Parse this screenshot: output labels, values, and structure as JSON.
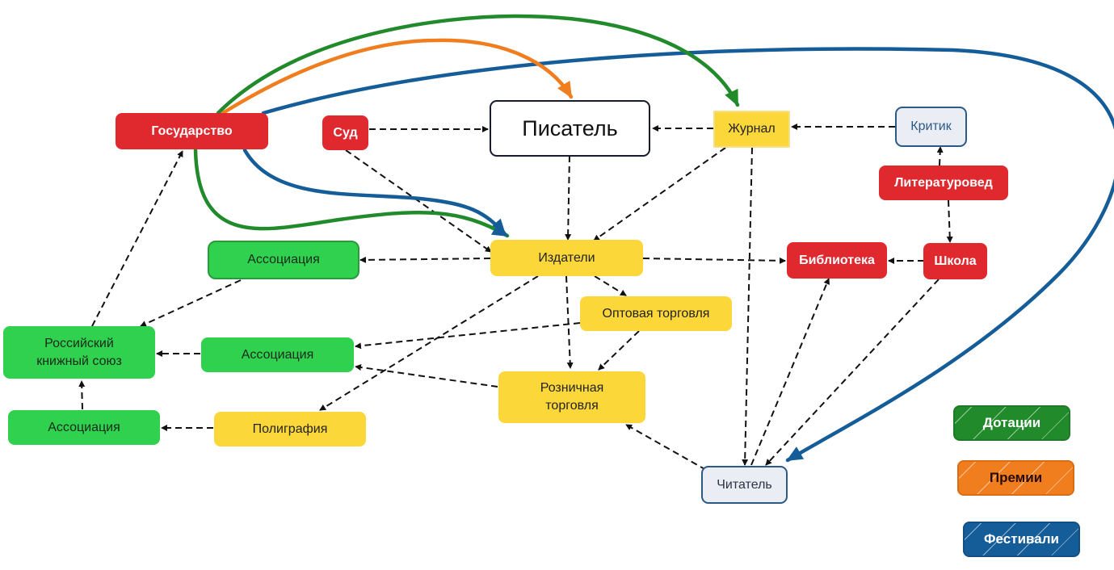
{
  "diagram": {
    "nodes": {
      "state": "Государство",
      "court": "Суд",
      "writer": "Писатель",
      "journal": "Журнал",
      "critic": "Критик",
      "literary_scholar": "Литературовед",
      "publishers": "Издатели",
      "library": "Библиотека",
      "school": "Школа",
      "association_top": "Ассоциация",
      "wholesale": "Оптовая торговля",
      "russian_book_union_line1": "Российский",
      "russian_book_union_line2": "книжный союз",
      "association_mid": "Ассоциация",
      "retail_line1": "Розничная",
      "retail_line2": "торговля",
      "association_bottom": "Ассоциация",
      "printing": "Полиграфия",
      "reader": "Читатель"
    },
    "edges_dashed": [
      {
        "from": "Суд",
        "to": "Писатель"
      },
      {
        "from": "Суд",
        "to": "Издатели"
      },
      {
        "from": "Журнал",
        "to": "Писатель"
      },
      {
        "from": "Критик",
        "to": "Журнал"
      },
      {
        "from": "Литературовед",
        "to": "Критик"
      },
      {
        "from": "Литературовед",
        "to": "Школа"
      },
      {
        "from": "Школа",
        "to": "Библиотека"
      },
      {
        "from": "Писатель",
        "to": "Издатели"
      },
      {
        "from": "Журнал",
        "to": "Издатели"
      },
      {
        "from": "Журнал",
        "to": "Читатель"
      },
      {
        "from": "Издатели",
        "to": "Ассоциация (верх)"
      },
      {
        "from": "Издатели",
        "to": "Библиотека"
      },
      {
        "from": "Издатели",
        "to": "Оптовая торговля"
      },
      {
        "from": "Издатели",
        "to": "Розничная торговля"
      },
      {
        "from": "Издатели",
        "to": "Полиграфия"
      },
      {
        "from": "Оптовая торговля",
        "to": "Ассоциация (середина)"
      },
      {
        "from": "Оптовая торговля",
        "to": "Розничная торговля"
      },
      {
        "from": "Розничная торговля",
        "to": "Ассоциация (середина)"
      },
      {
        "from": "Ассоциация (верх)",
        "to": "Российский книжный союз"
      },
      {
        "from": "Ассоциация (середина)",
        "to": "Российский книжный союз"
      },
      {
        "from": "Ассоциация (низ)",
        "to": "Российский книжный союз"
      },
      {
        "from": "Российский книжный союз",
        "to": "Государство"
      },
      {
        "from": "Полиграфия",
        "to": "Ассоциация (низ)"
      },
      {
        "from": "Читатель",
        "to": "Розничная торговля"
      },
      {
        "from": "Читатель",
        "to": "Библиотека"
      },
      {
        "from": "Школа",
        "to": "Читатель"
      }
    ],
    "edges_colored": [
      {
        "from": "Государство",
        "to": "Журнал",
        "type": "Дотации"
      },
      {
        "from": "Государство",
        "to": "Издатели",
        "type": "Дотации"
      },
      {
        "from": "Государство",
        "to": "Писатель",
        "type": "Премии"
      },
      {
        "from": "Государство",
        "to": "Читатель",
        "type": "Фестивали"
      },
      {
        "from": "Государство",
        "to": "Издатели",
        "type": "Фестивали"
      }
    ]
  },
  "legend": {
    "subsidies": "Дотации",
    "prizes": "Премии",
    "festivals": "Фестивали"
  },
  "colors": {
    "red": "#e0292f",
    "yellow": "#fcd73a",
    "green_node": "#2fd14f",
    "subsidies": "#218a2b",
    "prizes": "#f07e1f",
    "festivals": "#155d99",
    "dashed": "#111111"
  }
}
